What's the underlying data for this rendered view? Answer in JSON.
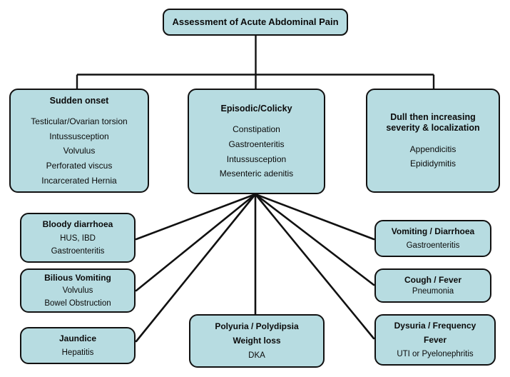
{
  "diagram": {
    "title": "Assessment of Acute Abdominal Pain",
    "type": "clinical-flowchart",
    "colors": {
      "node_fill": "#b7dce1",
      "node_border": "#111111",
      "connector": "#111111",
      "text": "#0b0b0b",
      "background": "#ffffff"
    },
    "root": {
      "label": "Assessment of Acute Abdominal Pain"
    },
    "categories": [
      {
        "id": "sudden",
        "heading": "Sudden onset",
        "items": [
          "Testicular/Ovarian torsion",
          "Intussusception",
          "Volvulus",
          "Perforated viscus",
          "Incarcerated Hernia"
        ]
      },
      {
        "id": "episodic",
        "heading": "Episodic/Colicky",
        "items": [
          "Constipation",
          "Gastroenteritis",
          "Intussusception",
          "Mesenteric adenitis"
        ]
      },
      {
        "id": "dull",
        "heading_line1": "Dull then increasing",
        "heading_line2": "severity & localization",
        "items": [
          "Appendicitis",
          "Epididymitis"
        ]
      }
    ],
    "associated_features": [
      {
        "id": "bloody",
        "heading": "Bloody diarrhoea",
        "items": [
          "HUS, IBD",
          "Gastroenteritis"
        ]
      },
      {
        "id": "bilious",
        "heading": "Bilious Vomiting",
        "items": [
          "Volvulus",
          "Bowel Obstruction"
        ]
      },
      {
        "id": "jaundice",
        "heading": "Jaundice",
        "items": [
          "Hepatitis"
        ]
      },
      {
        "id": "vomiting",
        "heading": "Vomiting / Diarrhoea",
        "items": [
          "Gastroenteritis"
        ]
      },
      {
        "id": "cough",
        "heading": "Cough / Fever",
        "items": [
          "Pneumonia"
        ]
      },
      {
        "id": "dysuria",
        "heading_line1": "Dysuria / Frequency",
        "heading_line2": "Fever",
        "items": [
          "UTI or Pyelonephritis"
        ]
      },
      {
        "id": "polyuria",
        "heading_line1": "Polyuria / Polydipsia",
        "heading_line2": "Weight loss",
        "items": [
          "DKA"
        ]
      }
    ]
  }
}
